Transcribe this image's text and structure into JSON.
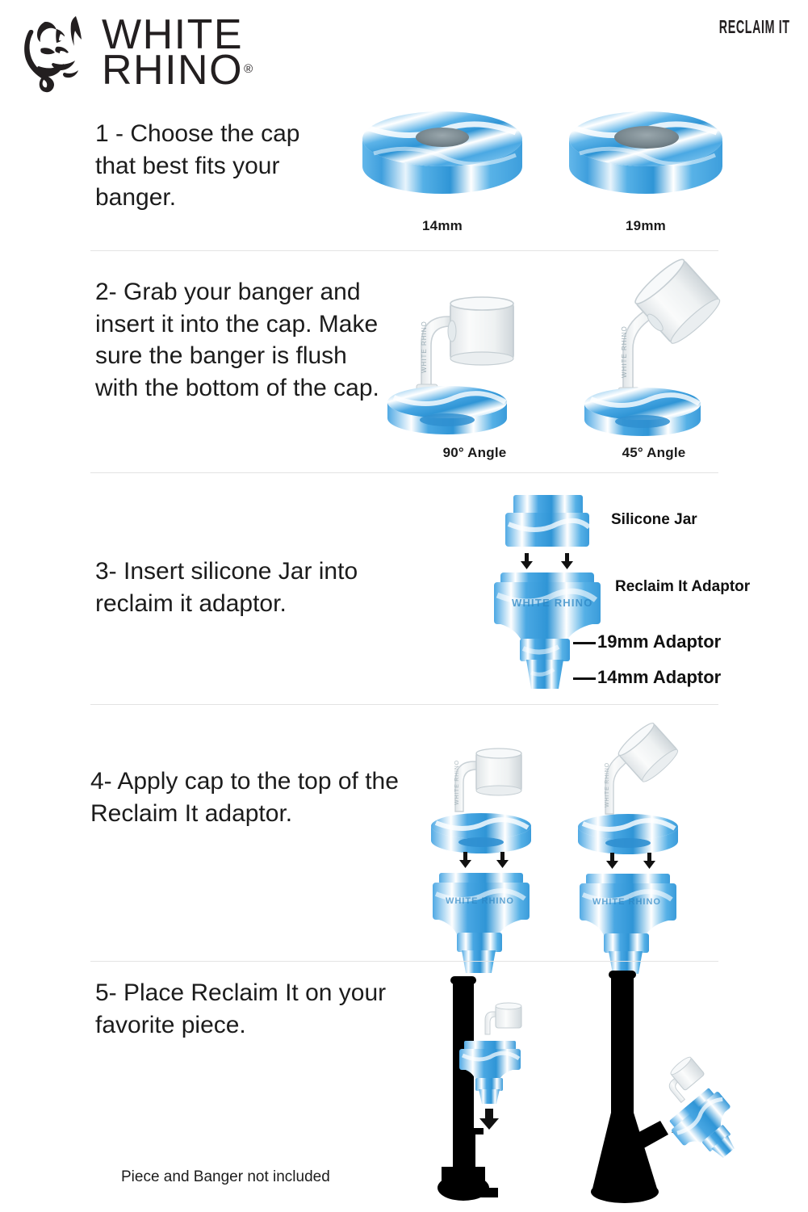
{
  "header": {
    "brand_line1": "WHITE",
    "brand_line2": "RHINO",
    "registered": "®",
    "product_tag": "RECLAIM IT",
    "logo_icon": "rhino-head-icon"
  },
  "colors": {
    "silicone_blue": "#4FAEE8",
    "silicone_blue_dark": "#2E93D8",
    "silicone_white": "#FFFFFF",
    "glass": "#F2F4F5",
    "black": "#000000",
    "divider": "#E3E3E3",
    "text": "#1C1C1C"
  },
  "steps": [
    {
      "id": "step-1",
      "text": "1 - Choose the cap that best fits your banger.",
      "figures": [
        {
          "name": "cap-14mm",
          "label": "14mm"
        },
        {
          "name": "cap-19mm",
          "label": "19mm"
        }
      ]
    },
    {
      "id": "step-2",
      "text": "2- Grab your banger and insert it into the cap. Make sure the banger is flush with the bottom of the cap.",
      "figures": [
        {
          "name": "banger-90",
          "label": "90° Angle"
        },
        {
          "name": "banger-45",
          "label": "45° Angle"
        }
      ]
    },
    {
      "id": "step-3",
      "text": "3- Insert silicone Jar into reclaim it adaptor.",
      "callouts": [
        {
          "name": "silicone-jar",
          "label": "Silicone Jar"
        },
        {
          "name": "reclaim-it-adaptor",
          "label": "Reclaim It Adaptor"
        },
        {
          "name": "adaptor-19mm",
          "label": "19mm Adaptor"
        },
        {
          "name": "adaptor-14mm",
          "label": "14mm Adaptor"
        }
      ],
      "embossed_logo": "WHITE RHINO"
    },
    {
      "id": "step-4",
      "text": "4- Apply cap to the top of the Reclaim It adaptor.",
      "figures": [
        {
          "name": "assembly-90",
          "label": ""
        },
        {
          "name": "assembly-45",
          "label": ""
        }
      ],
      "embossed_logo": "WHITE RHINO"
    },
    {
      "id": "step-5",
      "text": "5- Place Reclaim It on your favorite piece.",
      "figures": [
        {
          "name": "straight-tube-piece",
          "label": ""
        },
        {
          "name": "beaker-piece",
          "label": ""
        }
      ]
    }
  ],
  "footer": {
    "disclaimer": "Piece and Banger not included"
  }
}
